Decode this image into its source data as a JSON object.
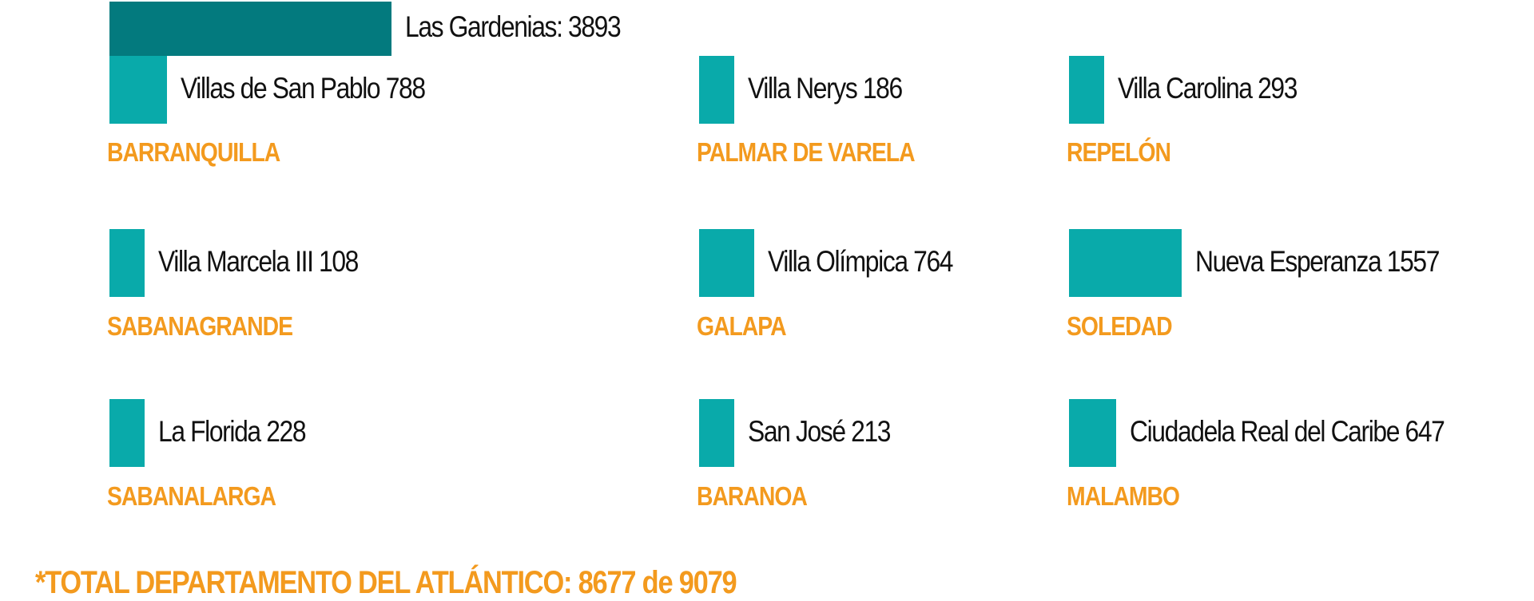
{
  "chart_data": {
    "type": "bar",
    "colors": {
      "bar": "#09aaaa",
      "bar_highlight": "#037a7e",
      "municipality": "#f39a1e",
      "text": "#111111"
    },
    "groups": [
      {
        "municipality": "BARRANQUILLA",
        "items": [
          {
            "label": "Las Gardenias: 3893",
            "name": "Las Gardenias",
            "value": 3893,
            "highlight": true
          },
          {
            "label": "Villas de San Pablo 788",
            "name": "Villas de San Pablo",
            "value": 788
          }
        ]
      },
      {
        "municipality": "PALMAR DE VARELA",
        "items": [
          {
            "label": "Villa Nerys 186",
            "name": "Villa Nerys",
            "value": 186
          }
        ]
      },
      {
        "municipality": "REPELÓN",
        "items": [
          {
            "label": "Villa Carolina 293",
            "name": "Villa Carolina",
            "value": 293
          }
        ]
      },
      {
        "municipality": "SABANAGRANDE",
        "items": [
          {
            "label": "Villa Marcela III 108",
            "name": "Villa Marcela III",
            "value": 108
          }
        ]
      },
      {
        "municipality": "GALAPA",
        "items": [
          {
            "label": "Villa Olímpica 764",
            "name": "Villa Olímpica",
            "value": 764
          }
        ]
      },
      {
        "municipality": "SOLEDAD",
        "items": [
          {
            "label": "Nueva Esperanza 1557",
            "name": "Nueva Esperanza",
            "value": 1557
          }
        ]
      },
      {
        "municipality": "SABANALARGA",
        "items": [
          {
            "label": "La Florida 228",
            "name": "La Florida",
            "value": 228
          }
        ]
      },
      {
        "municipality": "BARANOA",
        "items": [
          {
            "label": "San José 213",
            "name": "San José",
            "value": 213
          }
        ]
      },
      {
        "municipality": "MALAMBO",
        "items": [
          {
            "label": "Ciudadela Real del Caribe 647",
            "name": "Ciudadela Real del Caribe",
            "value": 647
          }
        ]
      }
    ],
    "total_text": "*TOTAL DEPARTAMENTO DEL ATLÁNTICO: 8677 de 9079",
    "total_value": 8677,
    "total_target": 9079
  }
}
